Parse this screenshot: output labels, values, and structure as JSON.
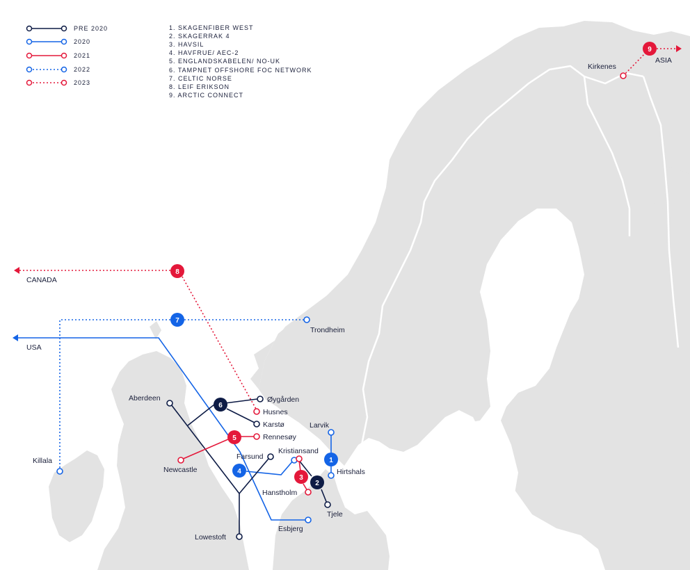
{
  "colors": {
    "land": "#e3e3e3",
    "border": "#ffffff",
    "navy": "#0d1b45",
    "blue": "#1464e6",
    "red": "#e4183a"
  },
  "legend": {
    "styles": [
      "PRE 2020",
      "2020",
      "2021",
      "2022",
      "2023"
    ],
    "cables": [
      "1. SKAGENFIBER WEST",
      "2. SKAGERRAK 4",
      "3. HAVSIL",
      "4. HAVFRUE/ AEC-2",
      "5. ENGLANDSKABELEN/ NO-UK",
      "6. TAMPNET OFFSHORE FOC NETWORK",
      "7. CELTIC NORSE",
      "8. LEIF ERIKSON",
      "9. ARCTIC CONNECT"
    ]
  },
  "cities": {
    "kirkenes": "Kirkenes",
    "asia": "ASIA",
    "canada": "CANADA",
    "usa": "USA",
    "trondheim": "Trondheim",
    "killala": "Killala",
    "aberdeen": "Aberdeen",
    "oygarden": "Øygården",
    "husnes": "Husnes",
    "karsto": "Karstø",
    "rennesoy": "Rennesøy",
    "newcastle": "Newcastle",
    "farsund": "Farsund",
    "kristiansand": "Kristiansand",
    "larvik": "Larvik",
    "hirtshals": "Hirtshals",
    "hanstholm": "Hanstholm",
    "tjele": "Tjele",
    "esbjerg": "Esbjerg",
    "lowestoft": "Lowestoft"
  },
  "badges": [
    "1",
    "2",
    "3",
    "4",
    "5",
    "6",
    "7",
    "8",
    "9"
  ]
}
